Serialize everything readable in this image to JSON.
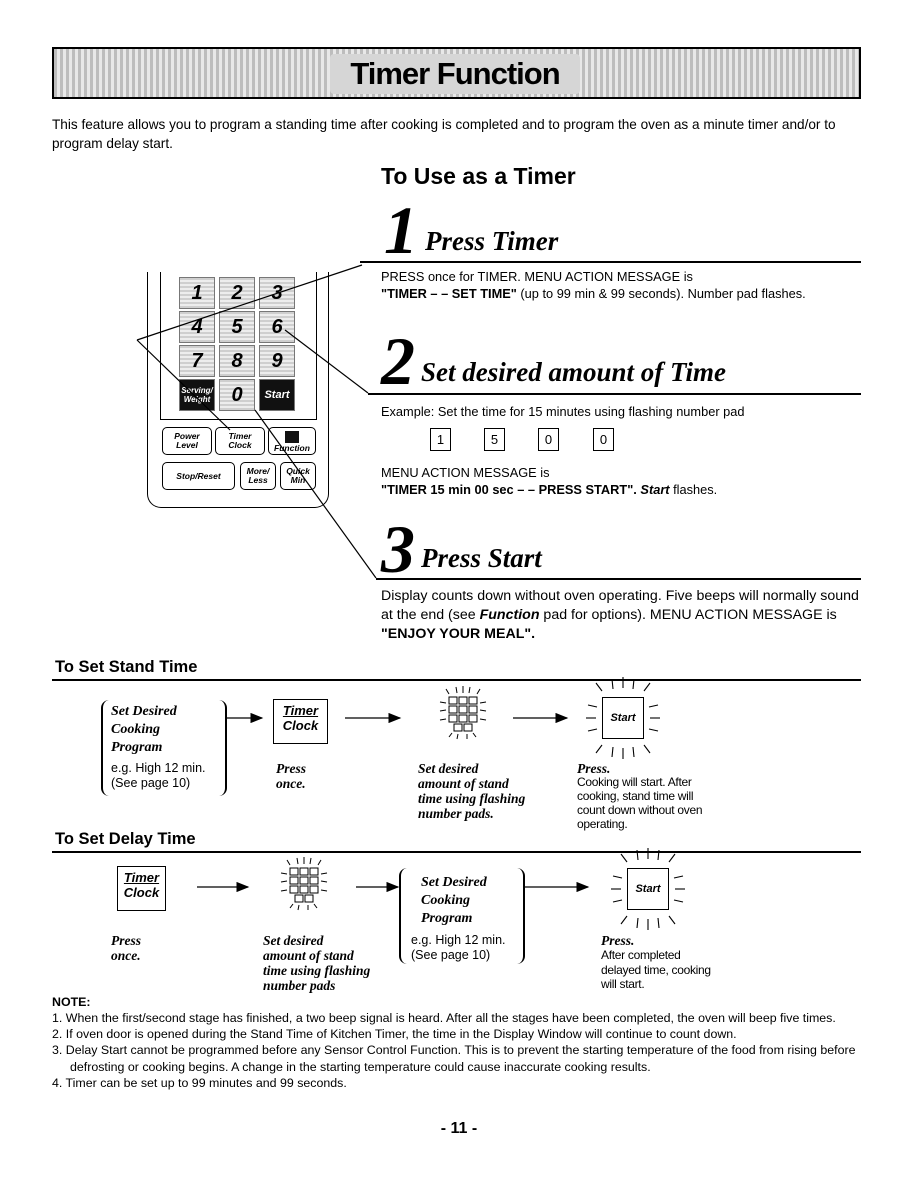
{
  "banner": {
    "title": "Timer Function"
  },
  "intro": "This feature allows you to program a standing time after cooking is completed and to program the oven as a minute timer and/or to program delay start.",
  "use_as_timer": {
    "heading": "To Use as a Timer",
    "steps": [
      {
        "num": "1",
        "title": "Press Timer",
        "line1": "PRESS once for TIMER. MENU ACTION MESSAGE is",
        "line2_bold": "\"TIMER – – SET TIME\"",
        "line2_rest": " (up to 99 min & 99 seconds).  Number pad flashes."
      },
      {
        "num": "2",
        "title": "Set desired amount of Time",
        "example": "Example: Set the time for 15 minutes using flashing number pad",
        "digits": [
          "1",
          "5",
          "0",
          "0"
        ],
        "msg_line1": "MENU ACTION MESSAGE is",
        "msg_line2_bold": "\"TIMER 15 min 00 sec – – PRESS START\".",
        "msg_line2_italic": "Start",
        "msg_line2_rest": " flashes."
      },
      {
        "num": "3",
        "title": "Press Start",
        "text_a": "Display counts down without oven operating. Five beeps will normally sound at the end (see ",
        "text_italic": "Function",
        "text_b": " pad for options). MENU ACTION MESSAGE is ",
        "text_bold": "\"ENJOY YOUR MEAL\"."
      }
    ]
  },
  "keypad": {
    "keys": [
      "1",
      "2",
      "3",
      "4",
      "5",
      "6",
      "7",
      "8",
      "9",
      "0"
    ],
    "serving_weight": "Serving/ Weight",
    "start": "Start",
    "power_level": "Power Level",
    "timer_clock": "Timer Clock",
    "function": "Function",
    "stop_reset": "Stop/Reset",
    "more_less": "More/ Less",
    "quick_min": "Quick Min"
  },
  "stand_time": {
    "heading": "To Set Stand Time",
    "program_lines": [
      "Set Desired",
      "Cooking",
      "Program"
    ],
    "program_example": [
      "e.g. High 12 min.",
      "(See page 10)"
    ],
    "timer_label": [
      "Timer",
      "Clock"
    ],
    "press_once": [
      "Press",
      "once."
    ],
    "set_desired": [
      "Set desired",
      "amount of stand",
      "time using flashing",
      "number pads."
    ],
    "start_label": "Start",
    "press": "Press.",
    "press_text": [
      "Cooking will start. After",
      "cooking, stand time will",
      "count down without oven",
      "operating."
    ]
  },
  "delay_time": {
    "heading": "To Set Delay Time",
    "timer_label": [
      "Timer",
      "Clock"
    ],
    "press_once": [
      "Press",
      "once."
    ],
    "set_desired": [
      "Set desired",
      "amount of stand",
      "time using flashing",
      "number pads"
    ],
    "program_lines": [
      "Set Desired",
      "Cooking",
      "Program"
    ],
    "program_example": [
      "e.g. High 12 min.",
      "(See page 10)"
    ],
    "start_label": "Start",
    "press": "Press.",
    "press_text": [
      "After completed",
      "delayed time, cooking",
      "will start."
    ]
  },
  "notes": {
    "heading": "NOTE:",
    "items": [
      "1. When the first/second stage has finished, a two beep signal is heard. After all the stages have been completed, the oven will beep five times.",
      "2. If oven door is opened during the Stand Time of Kitchen Timer, the time in the Display Window will continue to count down.",
      "3. Delay Start cannot be programmed before any Sensor Control Function. This is to prevent the starting temperature of the food from rising before defrosting or cooking begins. A change in the starting temperature could cause inaccurate cooking results.",
      "4. Timer can be set up to 99 minutes and 99 seconds."
    ]
  },
  "page_number": "- 11 -"
}
